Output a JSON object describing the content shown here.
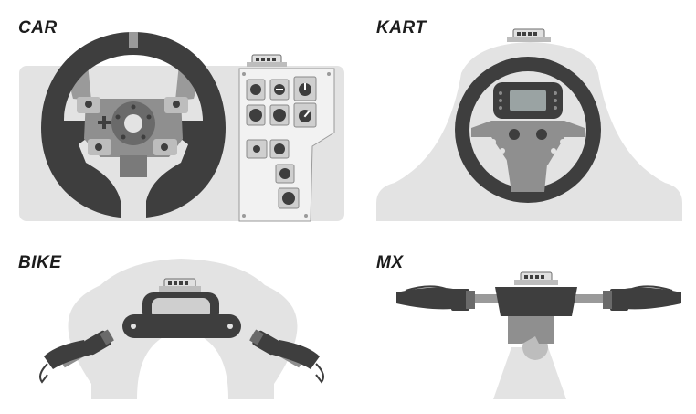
{
  "panels": {
    "car": {
      "label": "CAR"
    },
    "kart": {
      "label": "KART"
    },
    "bike": {
      "label": "BIKE"
    },
    "mx": {
      "label": "MX"
    }
  },
  "colors": {
    "background": "#ffffff",
    "body": "#e3e3e3",
    "dark": "#3e3e3e",
    "mid": "#7a7a7a",
    "light": "#bdbdbd",
    "label": "#1c1c1c"
  }
}
